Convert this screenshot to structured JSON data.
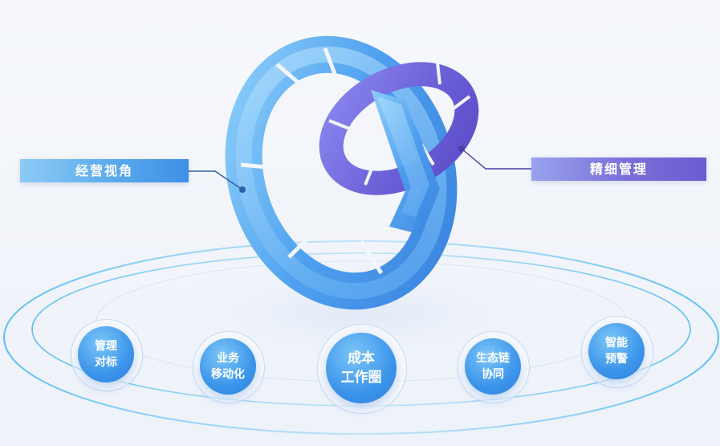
{
  "labels": {
    "left": "经营视角",
    "right": "精细管理"
  },
  "nodes": [
    {
      "line1": "管理",
      "line2": "对标"
    },
    {
      "line1": "业务",
      "line2": "移动化"
    },
    {
      "line1": "成本",
      "line2": "工作圈"
    },
    {
      "line1": "生态链",
      "line2": "协同"
    },
    {
      "line1": "智能",
      "line2": "预警"
    }
  ],
  "colors": {
    "blue_ring": "#4a9cf0",
    "purple_ring": "#6f62d6",
    "orbit": "#5bb8f2",
    "node": "#3c95ea"
  }
}
